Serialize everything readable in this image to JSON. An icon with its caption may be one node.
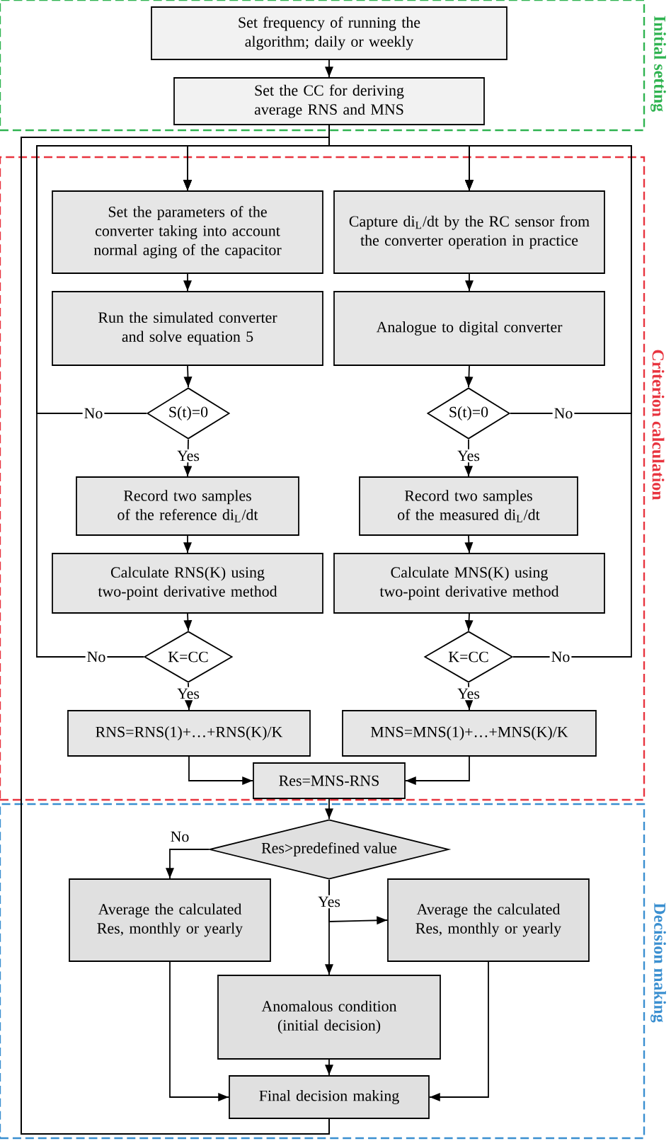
{
  "diagram": {
    "nodes": [
      {
        "text": [
          "Initial setting"
        ]
      },
      {
        "text": [
          "Criterion calculation"
        ]
      },
      {
        "text": [
          "Decision making"
        ]
      },
      {
        "text": [
          "Set frequency of running the algorithm; daily or weekly"
        ],
        "in": 0
      },
      {
        "text": [
          "Set the CC for deriving average RNS and MNS"
        ],
        "in": 0
      },
      {
        "text": [
          "Set the parameters of the converter taking into account normal aging of the capacitor"
        ],
        "in": 1
      },
      {
        "text": [
          "Capture di$_{L}$/dt by the RC sensor from the converter operation in practice"
        ],
        "in": 1
      },
      {
        "text": [
          "Run the simulated converter and solve equation 5"
        ],
        "in": 1
      },
      {
        "text": [
          "Analogue to digital converter"
        ],
        "in": 1
      },
      {
        "text": [
          "S(t)=0"
        ],
        "in": 1
      },
      {
        "text": [
          "S(t)=0"
        ],
        "in": 1
      },
      {
        "text": [
          "Record two samples of the reference di$_{L}$/dt"
        ],
        "in": 1
      },
      {
        "text": [
          "Record two samples of the measured di$_{L}$/dt"
        ],
        "in": 1
      },
      {
        "text": [
          "Calculate RNS(K) using two-point derivative method"
        ],
        "in": 1
      },
      {
        "text": [
          "Calculate MNS(K) using two-point derivative method"
        ],
        "in": 1
      },
      {
        "text": [
          "K=CC"
        ],
        "in": 1
      },
      {
        "text": [
          "K=CC"
        ],
        "in": 1
      },
      {
        "text": [
          "RNS=RNS(1)+…+RNS(K)/K"
        ],
        "in": 1
      },
      {
        "text": [
          "MNS=MNS(1)+…+MNS(K)/K"
        ],
        "in": 1
      },
      {
        "text": [
          "Res=MNS-RNS"
        ],
        "in": 1
      },
      {
        "text": [
          "Res>predefined value"
        ],
        "in": 2
      },
      {
        "text": [
          "Average the calculated Res, monthly or yearly"
        ],
        "in": 2
      },
      {
        "text": [
          "Average the calculated Res, monthly or yearly"
        ],
        "in": 2
      },
      {
        "text": [
          "Anomalous condition (initial decision)"
        ],
        "in": 2
      },
      {
        "text": [
          "Final decision making"
        ],
        "in": 2
      }
    ],
    "edges": [
      {
        "from": 3,
        "to": 4,
        "arrow": "to"
      },
      {
        "from": 4,
        "to": 5,
        "arrow": "to"
      },
      {
        "from": 4,
        "to": 6,
        "arrow": "to"
      },
      {
        "from": 5,
        "to": 7,
        "arrow": "to"
      },
      {
        "from": 7,
        "to": 9,
        "arrow": "to"
      },
      {
        "from": 9,
        "to": 11,
        "arrow": "to",
        "label": "Yes"
      },
      {
        "from": 11,
        "to": 13,
        "arrow": "to"
      },
      {
        "from": 13,
        "to": 15,
        "arrow": "to"
      },
      {
        "from": 15,
        "to": 17,
        "arrow": "to",
        "label": "Yes"
      },
      {
        "from": 17,
        "to": 19,
        "arrow": "to"
      },
      {
        "from": 9,
        "to": 5,
        "arrow": "to",
        "label": "No"
      },
      {
        "from": 15,
        "to": 5,
        "arrow": "to",
        "label": "No"
      },
      {
        "from": 6,
        "to": 8,
        "arrow": "to"
      },
      {
        "from": 8,
        "to": 10,
        "arrow": "to"
      },
      {
        "from": 10,
        "to": 12,
        "arrow": "to",
        "label": "Yes"
      },
      {
        "from": 12,
        "to": 14,
        "arrow": "to"
      },
      {
        "from": 14,
        "to": 16,
        "arrow": "to"
      },
      {
        "from": 16,
        "to": 18,
        "arrow": "to",
        "label": "Yes"
      },
      {
        "from": 18,
        "to": 19,
        "arrow": "to"
      },
      {
        "from": 10,
        "to": 6,
        "arrow": "to",
        "label": "No"
      },
      {
        "from": 16,
        "to": 6,
        "arrow": "to",
        "label": "No"
      },
      {
        "from": 19,
        "to": 20,
        "arrow": "to"
      },
      {
        "from": 20,
        "to": 21,
        "arrow": "to",
        "label": "No"
      },
      {
        "from": 20,
        "to": 23,
        "arrow": "to",
        "label": "Yes"
      },
      {
        "from": 20,
        "to": 22,
        "arrow": "to"
      },
      {
        "from": 21,
        "to": 24,
        "arrow": "to"
      },
      {
        "from": 23,
        "to": 24,
        "arrow": "to"
      },
      {
        "from": 22,
        "to": 24,
        "arrow": "to"
      },
      {
        "from": 24,
        "to": 5,
        "arrow": "to"
      },
      {
        "from": 24,
        "to": 6,
        "arrow": "to"
      }
    ]
  }
}
